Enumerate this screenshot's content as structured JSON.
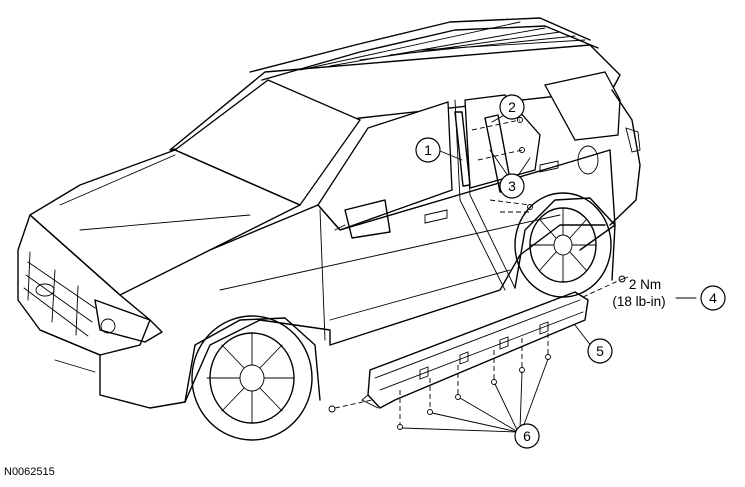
{
  "callouts": {
    "c1": "1",
    "c2": "2",
    "c3": "3",
    "c4": "4",
    "c5": "5",
    "c6": "6"
  },
  "torque": {
    "nm": "2 Nm",
    "lbin": "(18 lb-in)"
  },
  "figure_id": "N0062515"
}
